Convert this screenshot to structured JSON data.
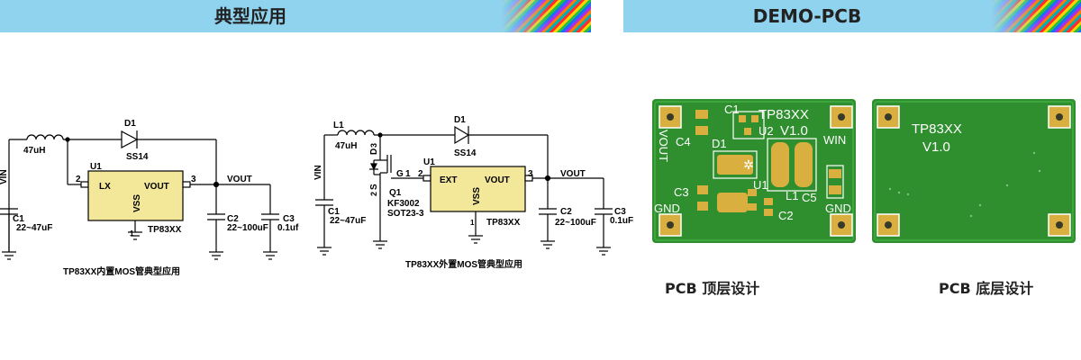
{
  "banners": {
    "left_title": "典型应用",
    "right_title": "DEMO-PCB"
  },
  "circuit1": {
    "caption": "TP83XX内置MOS管典型应用",
    "inductor_value": "47uH",
    "diode_ref": "D1",
    "diode_part": "SS14",
    "ic_ref": "U1",
    "ic_name": "TP83XX",
    "pin_lx": "LX",
    "pin_vout": "VOUT",
    "pin_vss": "VSS",
    "pin2": "2",
    "pin3": "3",
    "pin1": "1",
    "vin_label": "VIN",
    "vout_label": "VOUT",
    "c1_ref": "C1",
    "c1_value": "22~47uF",
    "c2_ref": "C2",
    "c2_value": "22~100uF",
    "c3_ref": "C3",
    "c3_value": "0.1uf"
  },
  "circuit2": {
    "caption": "TP83XX外置MOS管典型应用",
    "inductor_ref": "L1",
    "inductor_value": "47uH",
    "diode_ref": "D1",
    "diode_part": "SS14",
    "ic_ref": "U1",
    "ic_name": "TP83XX",
    "pin_ext": "EXT",
    "pin_vout": "VOUT",
    "pin_vss": "VSS",
    "pin2": "2",
    "pin3": "3",
    "pin1": "1",
    "vin_label": "VIN",
    "vout_label": "VOUT",
    "q_ref": "Q1",
    "q_part": "KF3002",
    "q_pkg": "SOT23-3",
    "q_d": "D",
    "q_g": "G",
    "q_s": "S",
    "q_pin1": "1",
    "q_pin2": "2",
    "q_pin3": "3",
    "c1_ref": "C1",
    "c1_value": "22~47uF",
    "c2_ref": "C2",
    "c2_value": "22~100uF",
    "c3_ref": "C3",
    "c3_value": "0.1uF"
  },
  "pcb_top": {
    "caption": "PCB  顶层设计",
    "title": "TP83XX",
    "version": "V1.0",
    "labels": [
      "C1",
      "C4",
      "D1",
      "U2",
      "VOUT",
      "WIN",
      "C3",
      "U1",
      "L1",
      "C5",
      "GND",
      "C2",
      "GND"
    ]
  },
  "pcb_bottom": {
    "caption": "PCB  底层设计",
    "title": "TP83XX",
    "version": "V1.0"
  },
  "colors": {
    "banner": "#8fd3ef",
    "pcb_green": "#2f8f2f",
    "pad_gold": "#d9b040",
    "silk": "#ffffff"
  }
}
